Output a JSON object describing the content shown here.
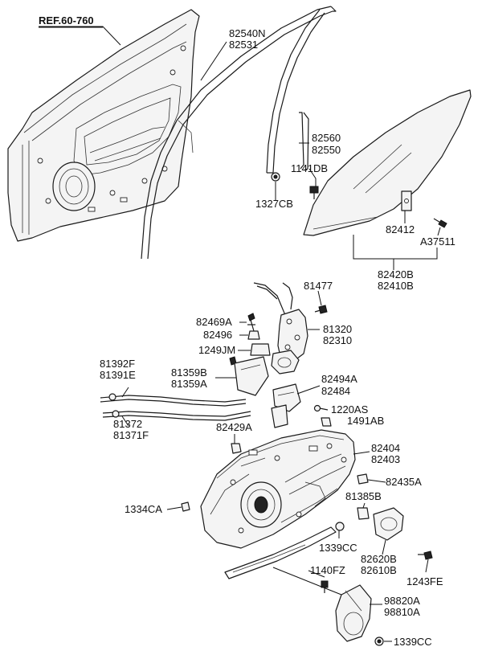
{
  "diagram": {
    "reference": "REF.60-760",
    "labels": {
      "p82540N": "82540N",
      "p82531": "82531",
      "p82560": "82560",
      "p82550": "82550",
      "p1141DB": "1141DB",
      "p1327CB": "1327CB",
      "p82412": "82412",
      "pA37511": "A37511",
      "p82420B": "82420B",
      "p82410B": "82410B",
      "p81477": "81477",
      "p82469A": "82469A",
      "p82496": "82496",
      "p81320": "81320",
      "p82310": "82310",
      "p1249JM": "1249JM",
      "p81359B": "81359B",
      "p81359A": "81359A",
      "p81392F": "81392F",
      "p81391E": "81391E",
      "p82494A": "82494A",
      "p82484": "82484",
      "p1220AS": "1220AS",
      "p1491AB": "1491AB",
      "p81372": "81372",
      "p81371F": "81371F",
      "p82429A": "82429A",
      "p82404": "82404",
      "p82403": "82403",
      "p82435A": "82435A",
      "p81385B": "81385B",
      "p1334CA": "1334CA",
      "p1339CC_a": "1339CC",
      "p82620B": "82620B",
      "p82610B": "82610B",
      "p1243FE": "1243FE",
      "p1140FZ": "1140FZ",
      "p98820A": "98820A",
      "p98810A": "98810A",
      "p1339CC_b": "1339CC"
    }
  }
}
